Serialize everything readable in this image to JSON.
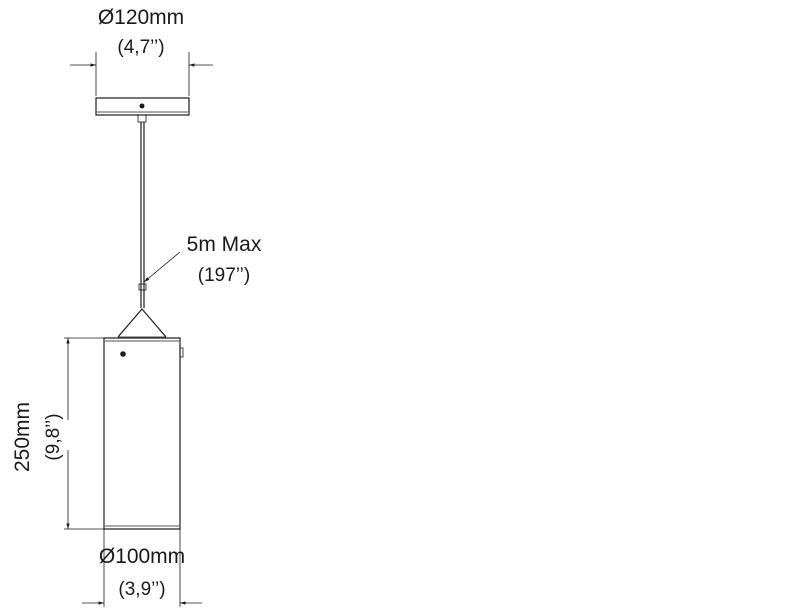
{
  "dimensions": {
    "canopy_diameter": {
      "metric": "Ø120mm",
      "imperial": "(4,7’’)"
    },
    "cable_length": {
      "metric": "5m Max",
      "imperial": "(197’’)"
    },
    "body_height": {
      "metric": "250mm",
      "imperial": "(9,8’’)"
    },
    "body_diameter": {
      "metric": "Ø100mm",
      "imperial": "(3,9’’)"
    }
  },
  "colors": {
    "line": "#1a1a1a",
    "background": "#ffffff",
    "body_shade": "#f2f2f2"
  }
}
